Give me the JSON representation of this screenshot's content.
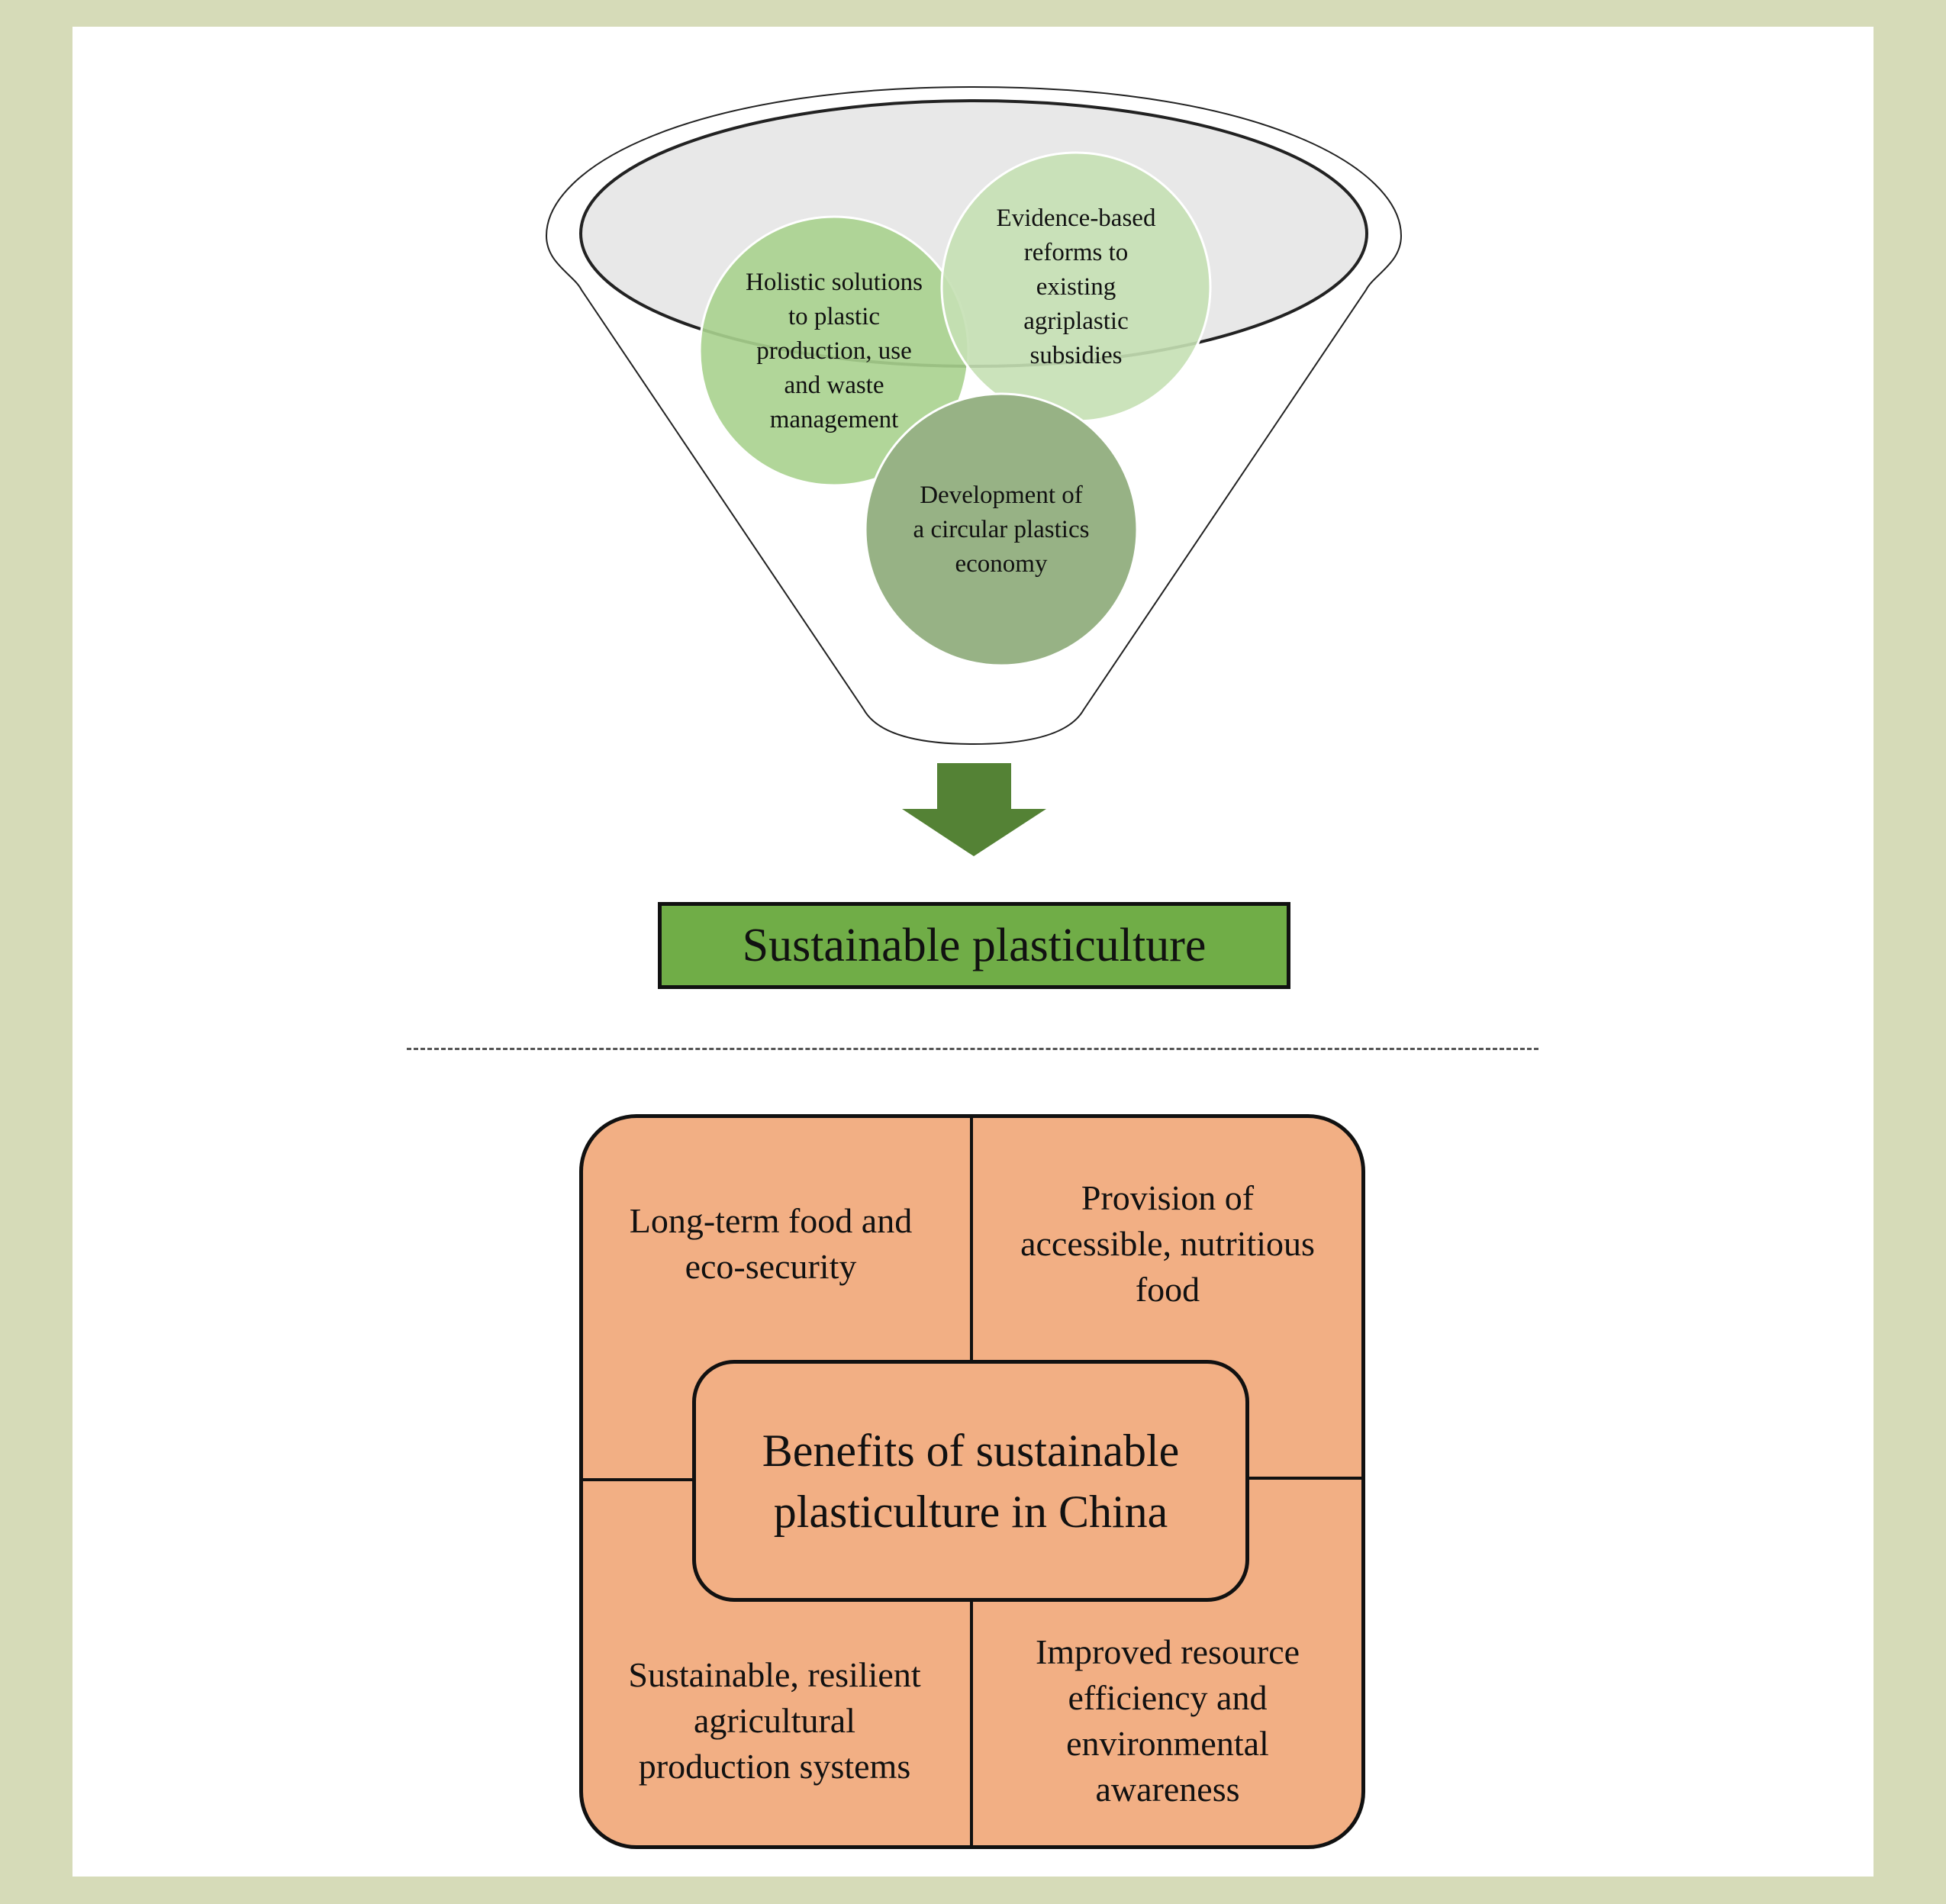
{
  "colors": {
    "page_border": "#d6dbb8",
    "panel_bg": "#ffffff",
    "funnel_inner": "#e8e8e8",
    "circle_holistic": "#a9d18e",
    "circle_evidence": "#c5e0b4",
    "circle_circular": "#97b285",
    "arrow": "#548235",
    "title_box": "#70ad47",
    "benefits_fill": "#f2af84"
  },
  "funnel": {
    "circles": [
      {
        "id": "holistic",
        "label": "Holistic solutions\nto plastic\nproduction, use\nand waste\nmanagement"
      },
      {
        "id": "evidence",
        "label": "Evidence-based\nreforms to\nexisting\nagriplastic\nsubsidies"
      },
      {
        "id": "circular",
        "label": "Development of\na circular plastics\neconomy"
      }
    ]
  },
  "outcome": {
    "label": "Sustainable plasticulture"
  },
  "benefits": {
    "center_label": "Benefits of sustainable\nplasticulture in China",
    "quadrants": [
      {
        "position": "top-left",
        "label": "Long-term food and\neco-security"
      },
      {
        "position": "top-right",
        "label": "Provision of\naccessible, nutritious\nfood"
      },
      {
        "position": "bottom-left",
        "label": "Sustainable, resilient\nagricultural\nproduction systems"
      },
      {
        "position": "bottom-right",
        "label": "Improved resource\nefficiency and\nenvironmental\nawareness"
      }
    ]
  }
}
